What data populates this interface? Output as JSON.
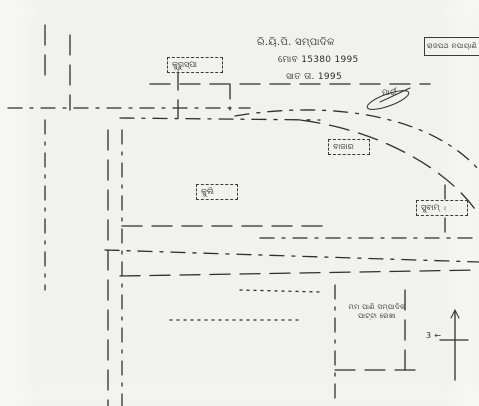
{
  "sheet": {
    "title_block": {
      "line_1": "ରି.ୟି.ପି. ସମ୍ପାଦିକ",
      "line_2": "ମୋବ 15380 1995",
      "line_3": "ସାତ ତା. 1995"
    },
    "note_top_right": "ରାଜପଥ ନପାୟାଣି",
    "boxes": {
      "a": "କୁରୁସ୍ପା",
      "b": "ବାଜାର",
      "c": "କୁଲି",
      "d": "ସୁବାମ୍"
    },
    "curve_label": "ମାର୍ଗ",
    "legend_block": "ମମ ପାଣି ସମ୍ପାଦିକ ପାଟ୍ଟା ରେଖା",
    "side_mark": "3 ←"
  },
  "colors": {
    "paper": "#f1f1ee",
    "ink": "#2f2f2f"
  }
}
